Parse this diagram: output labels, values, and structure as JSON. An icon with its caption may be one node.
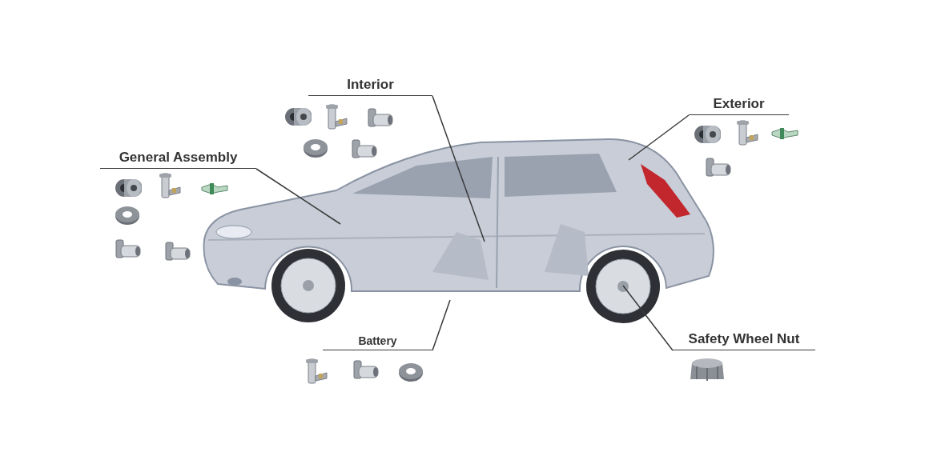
{
  "diagram": {
    "nodes": [
      {
        "text": [
          "Interior"
        ]
      },
      {
        "text": [
          "Exterior"
        ]
      },
      {
        "text": [
          "General Assembly"
        ]
      },
      {
        "text": [
          "Battery"
        ]
      },
      {
        "text": [
          "Safety Wheel Nut"
        ]
      }
    ],
    "edges": [
      {
        "from": 0,
        "to": null,
        "arrow": "none"
      },
      {
        "from": 1,
        "to": null,
        "arrow": "none"
      },
      {
        "from": 2,
        "to": null,
        "arrow": "none"
      },
      {
        "from": 3,
        "to": null,
        "arrow": "none"
      },
      {
        "from": 4,
        "to": null,
        "arrow": "none"
      }
    ]
  }
}
